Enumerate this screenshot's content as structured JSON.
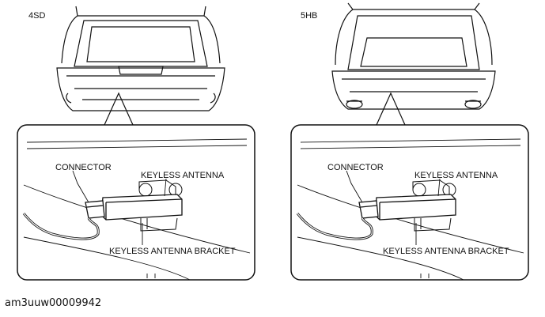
{
  "panels": [
    {
      "variant": "4SD",
      "labels": {
        "connector": "CONNECTOR",
        "antenna": "KEYLESS ANTENNA",
        "bracket": "KEYLESS ANTENNA BRACKET"
      }
    },
    {
      "variant": "5HB",
      "labels": {
        "connector": "CONNECTOR",
        "antenna": "KEYLESS ANTENNA",
        "bracket": "KEYLESS ANTENNA BRACKET"
      }
    }
  ],
  "figure_id": "am3uuw00009942"
}
